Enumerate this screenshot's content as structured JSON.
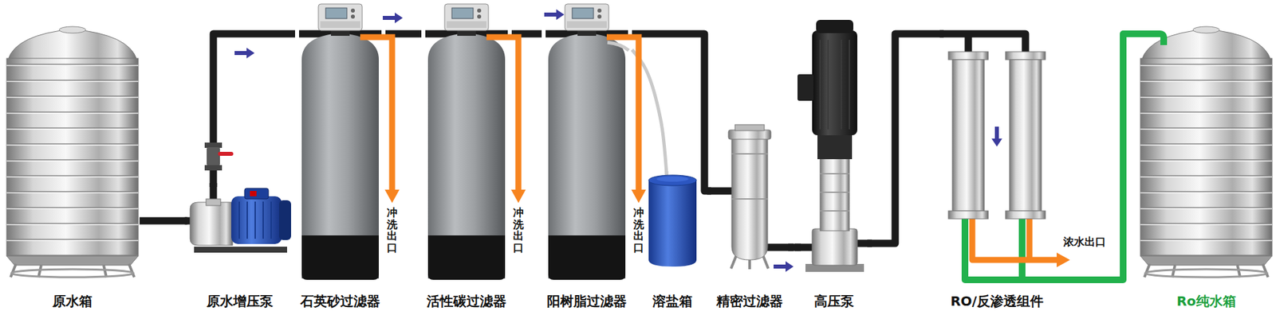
{
  "diagram": {
    "nodes": [
      {
        "text": [
          "原水箱"
        ]
      },
      {
        "text": [
          "原水增压泵"
        ]
      },
      {
        "text": [
          "石英砂过滤器"
        ]
      },
      {
        "text": [
          "活性碳过滤器"
        ]
      },
      {
        "text": [
          "阳树脂过滤器"
        ]
      },
      {
        "text": [
          "溶盐箱"
        ]
      },
      {
        "text": [
          "精密过滤器"
        ]
      },
      {
        "text": [
          "高压泵"
        ]
      },
      {
        "text": [
          "RO/反渗透组件"
        ]
      },
      {
        "text": [
          "Ro纯水箱"
        ]
      }
    ],
    "edges": [
      {
        "from": 0,
        "to": 1,
        "arrow": "none"
      },
      {
        "from": 1,
        "to": 2,
        "arrow": "none"
      },
      {
        "from": 2,
        "to": 3,
        "arrow": "none"
      },
      {
        "from": 3,
        "to": 4,
        "arrow": "none"
      },
      {
        "from": 4,
        "to": 6,
        "arrow": "none"
      },
      {
        "from": 6,
        "to": 7,
        "arrow": "none"
      },
      {
        "from": 7,
        "to": 8,
        "arrow": "none"
      },
      {
        "from": 8,
        "to": 9,
        "arrow": "none"
      },
      {
        "from": 4,
        "to": 5,
        "arrow": "none"
      }
    ],
    "labels": [
      "冲洗出口",
      "冲洗出口",
      "冲洗出口",
      "浓水出口"
    ]
  }
}
